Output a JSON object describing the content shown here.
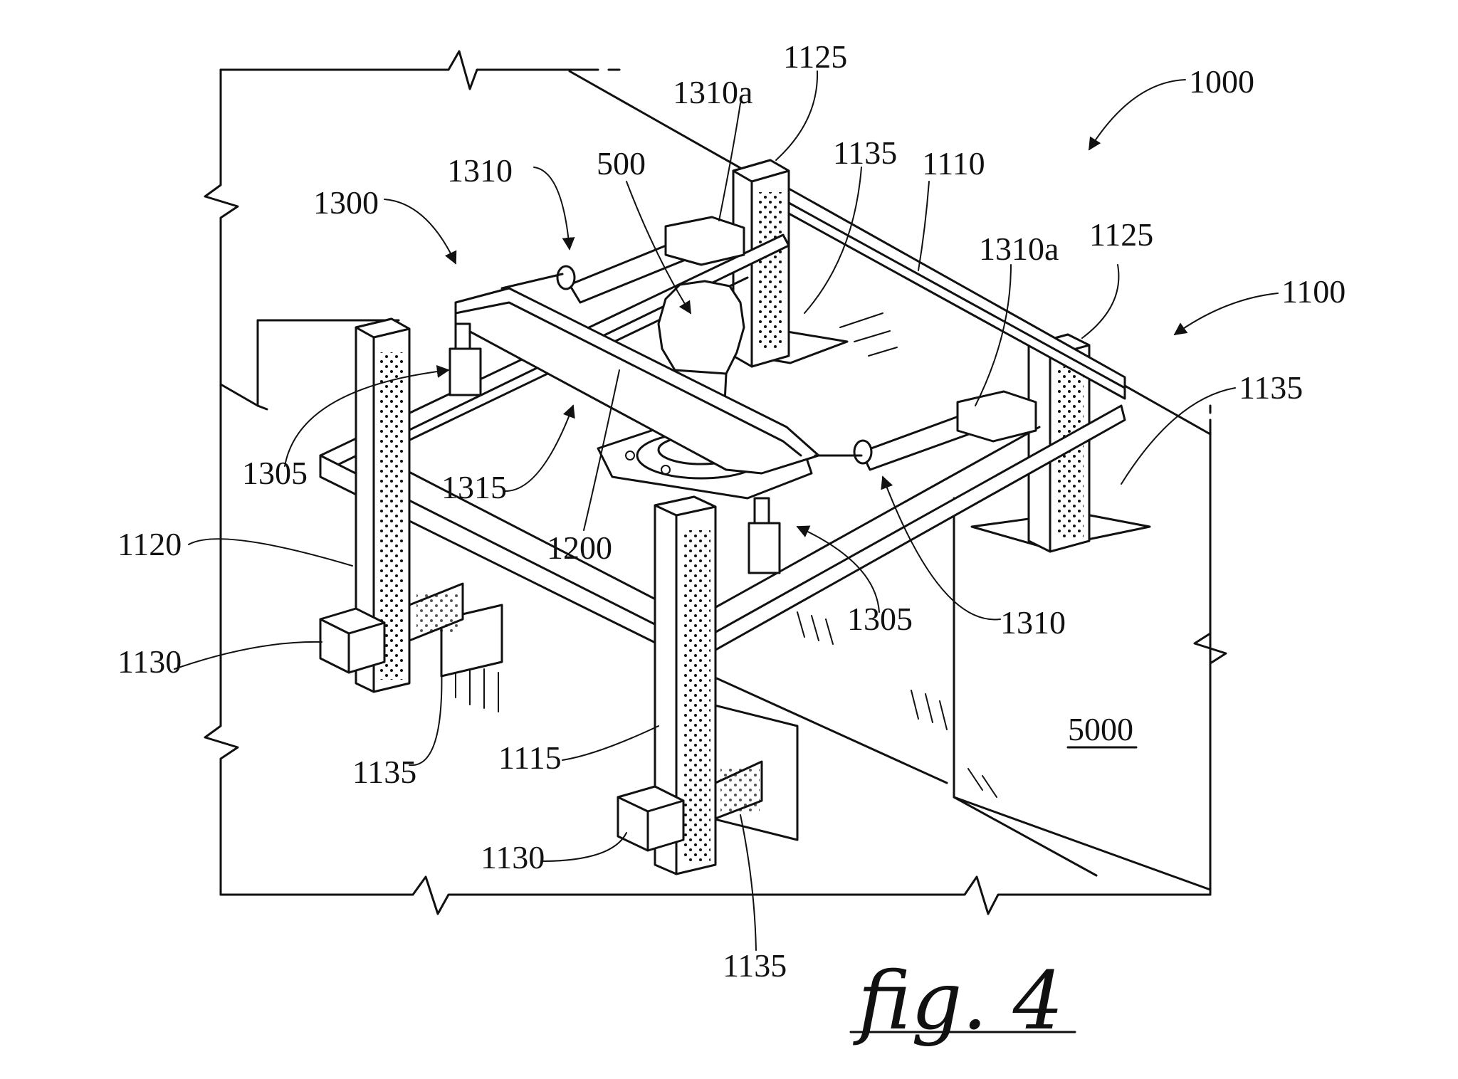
{
  "figure": {
    "title": "fig. 4",
    "area_label": "5000"
  },
  "labels": {
    "l1000": "1000",
    "l1100": "1100",
    "l1110": "1110",
    "l1115": "1115",
    "l1120": "1120",
    "l1125_a": "1125",
    "l1125_b": "1125",
    "l1130_a": "1130",
    "l1130_b": "1130",
    "l1135_a": "1135",
    "l1135_b": "1135",
    "l1135_c": "1135",
    "l1135_d": "1135",
    "l1200": "1200",
    "l1300": "1300",
    "l1305_a": "1305",
    "l1305_b": "1305",
    "l1310_a": "1310",
    "l1310_b": "1310",
    "l1310a_a": "1310a",
    "l1310a_b": "1310a",
    "l1315": "1315",
    "l500": "500"
  }
}
